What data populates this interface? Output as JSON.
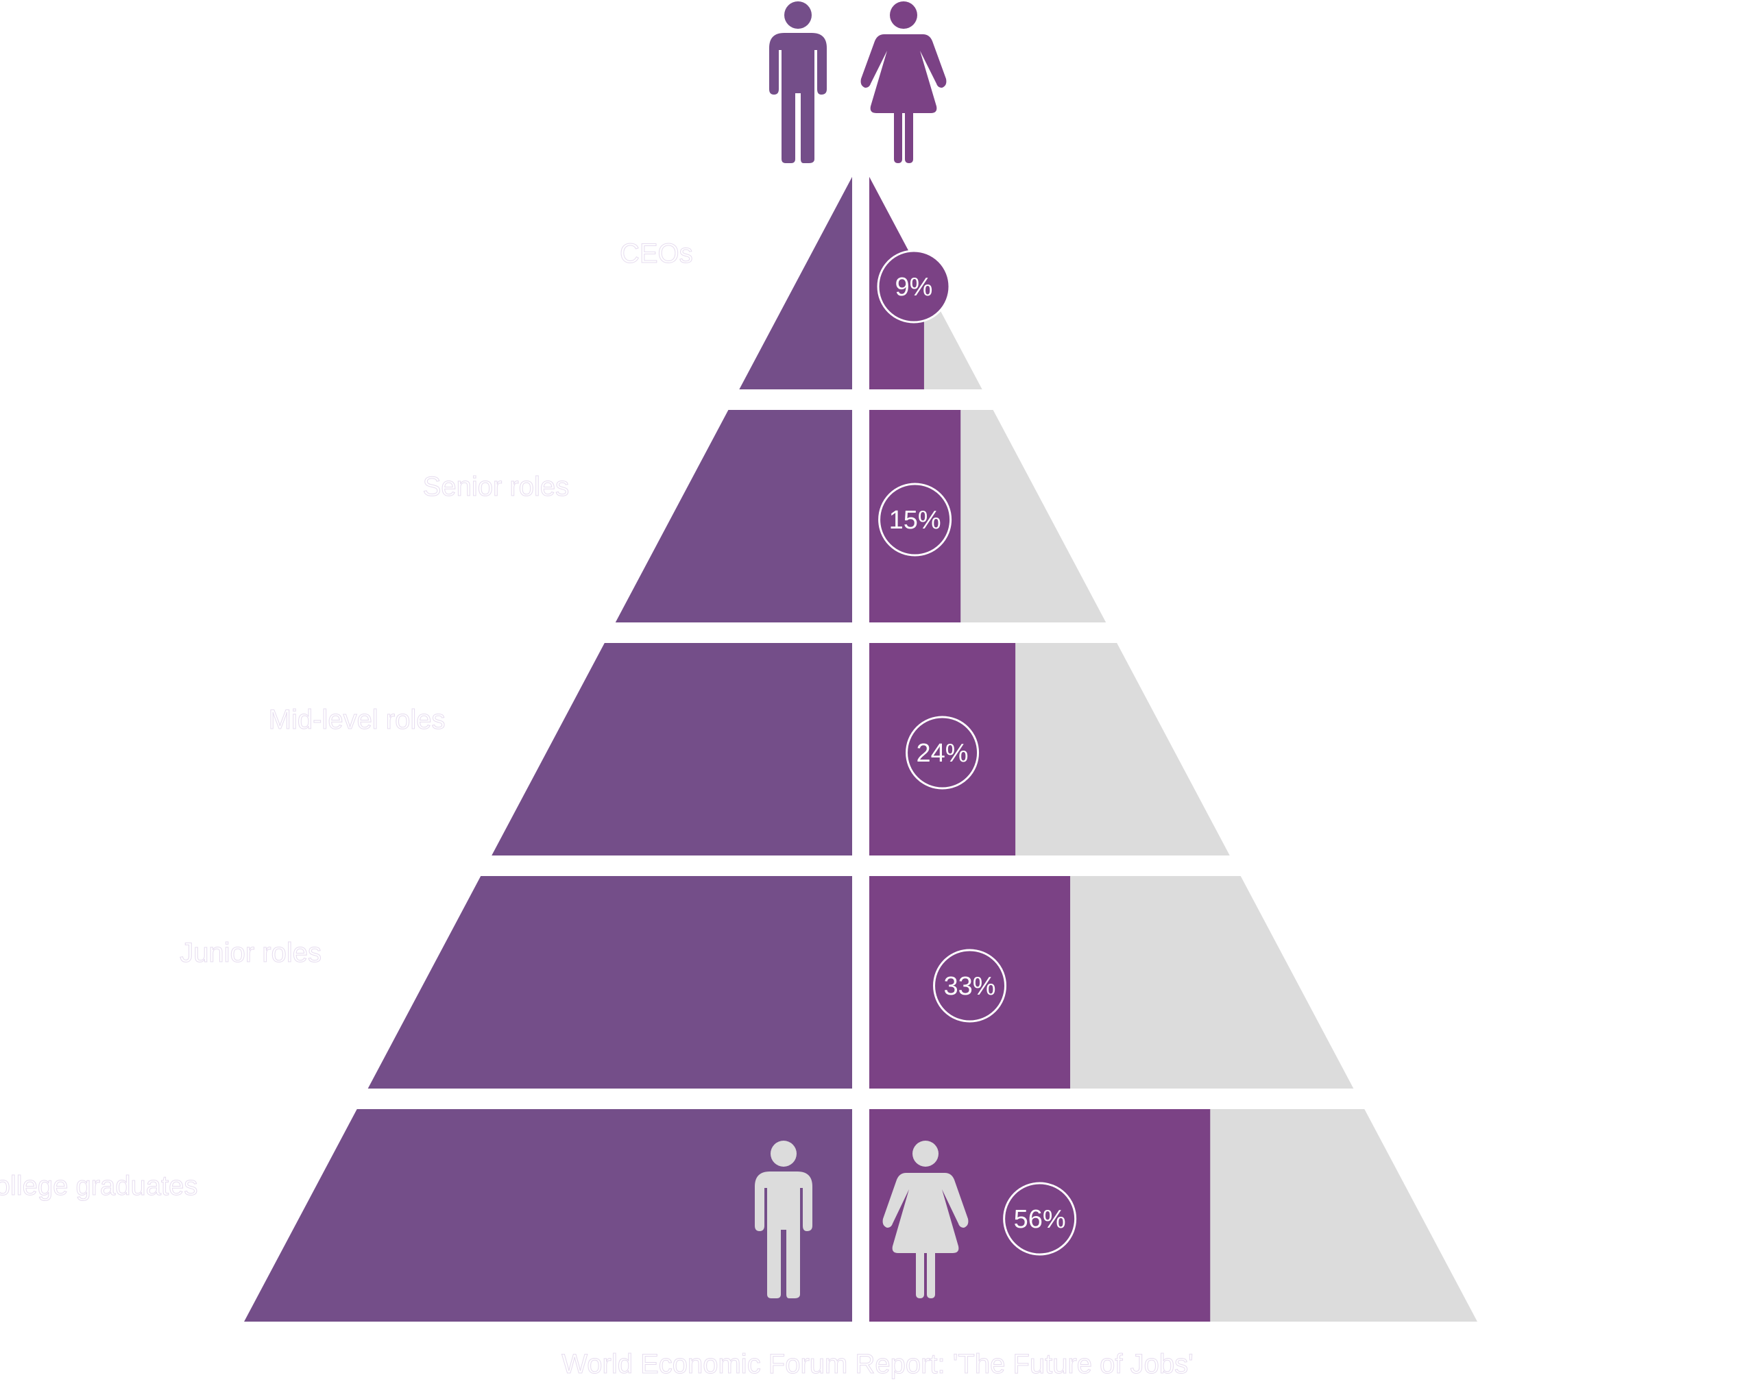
{
  "chart_data": {
    "type": "pyramid",
    "title": "Share of women by career level",
    "source": "World Economic Forum Report: 'The Future of Jobs'",
    "legend": [
      {
        "name": "Men",
        "icon": "man-icon"
      },
      {
        "name": "Women",
        "icon": "woman-icon"
      }
    ],
    "categories": [
      "CEOs",
      "Senior roles",
      "Mid-level roles",
      "Junior roles",
      "College graduates"
    ],
    "series": [
      {
        "name": "Women",
        "values": [
          9,
          15,
          24,
          33,
          56
        ],
        "labels": [
          "9%",
          "15%",
          "24%",
          "33%",
          "56%"
        ]
      }
    ],
    "unit": "%"
  },
  "colors": {
    "men": "#744e89",
    "women": "#7b4285",
    "remainder": "#dcdcdc",
    "icon_light": "#dcdcdc",
    "background": "#ffffff"
  }
}
